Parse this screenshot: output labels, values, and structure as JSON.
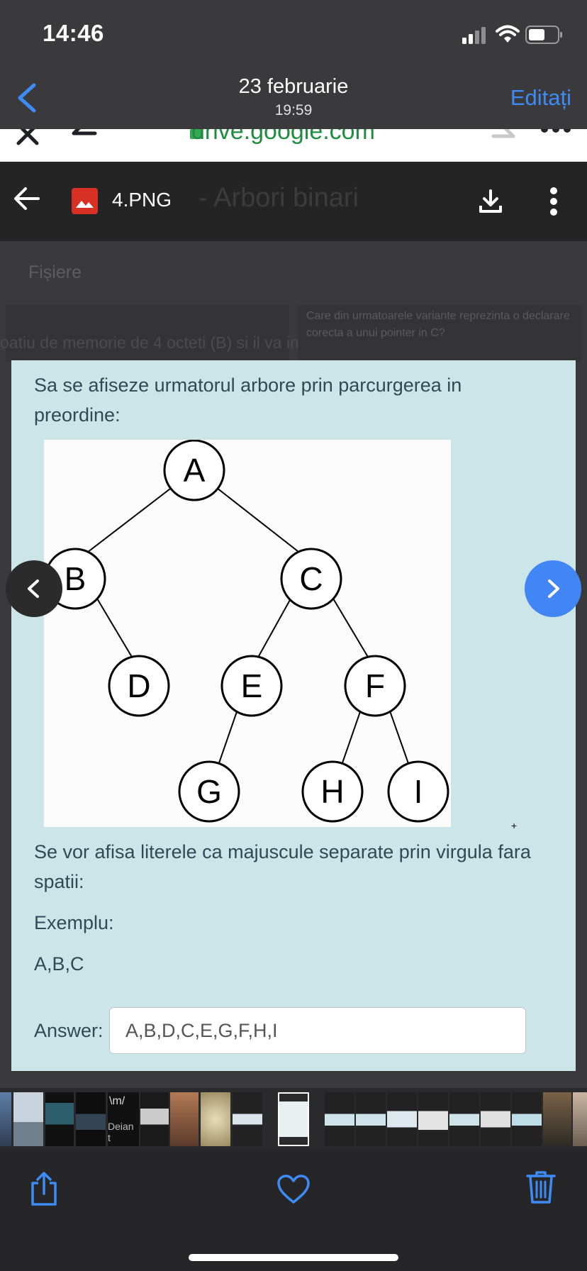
{
  "status_bar": {
    "time": "14:46"
  },
  "nav": {
    "title": "23 februarie",
    "subtitle": "19:59",
    "edit_label": "Editați"
  },
  "browser": {
    "url": "drive.google.com"
  },
  "viewer": {
    "file_name": "4.PNG",
    "background_title": "- Arbori binari"
  },
  "background_page": {
    "section_label": "Fișiere",
    "left_text": "oatiu de memorie de 4 octeti (B) si il va in",
    "right_text": "Care din urmatoarele variante reprezinta o declarare corecta a unui pointer in C?"
  },
  "question": {
    "line1": "Sa se afiseze urmatorul arbore prin parcurgerea in",
    "line2": "preordine:",
    "instruction_line1": "Se vor afisa literele ca majuscule separate prin virgula fara",
    "instruction_line2": "spatii:",
    "example_label": "Exemplu:",
    "example_value": "A,B,C",
    "answer_label": "Answer:",
    "answer_value": "A,B,D,C,E,G,F,H,I"
  },
  "tree": {
    "nodes": [
      "A",
      "B",
      "C",
      "D",
      "E",
      "F",
      "G",
      "H",
      "I"
    ]
  },
  "thumbnails": {
    "text_1": "\\m/",
    "text_2": "Deian t"
  },
  "colors": {
    "accent": "#3d8cf5",
    "card_background": "#cbe5e9",
    "next_button": "#4285f4"
  },
  "icons": [
    "chevron-left-icon",
    "signal-icon",
    "wifi-icon",
    "battery-icon",
    "arrow-left-icon",
    "image-file-icon",
    "download-icon",
    "more-vert-icon",
    "chevron-right-icon",
    "share-icon",
    "heart-icon",
    "trash-icon"
  ]
}
